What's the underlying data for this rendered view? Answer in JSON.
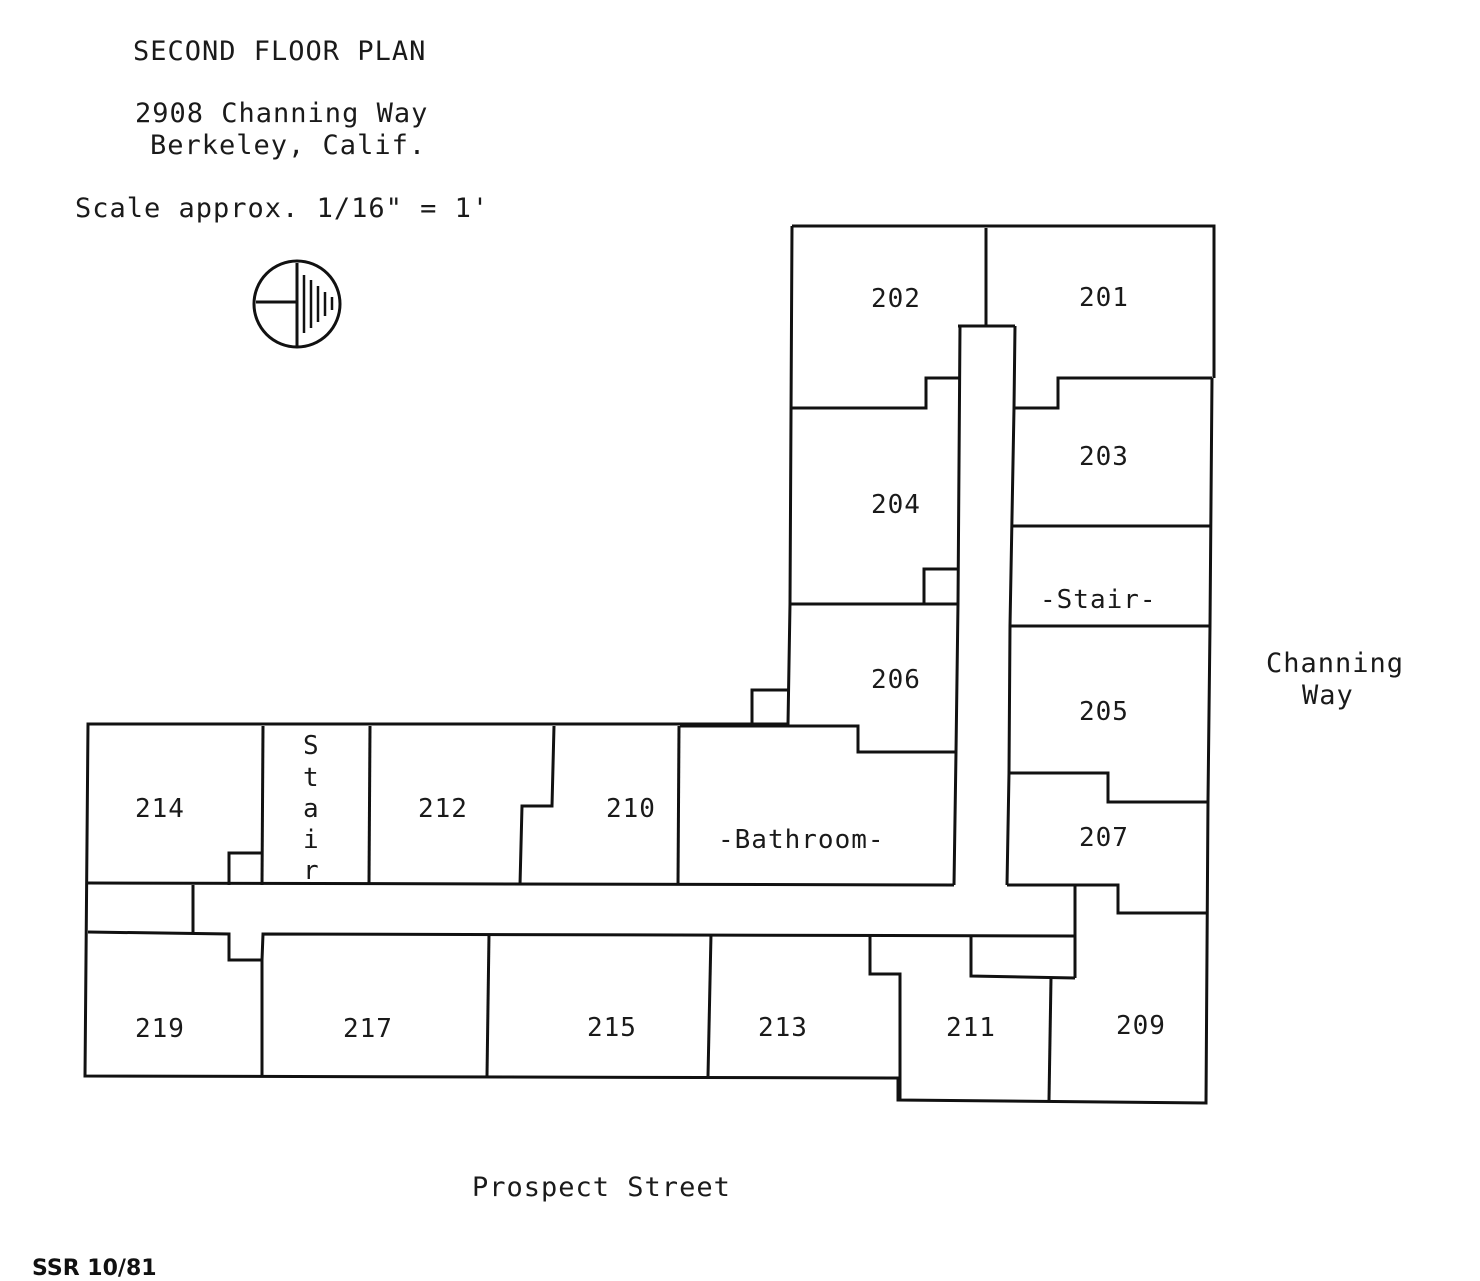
{
  "header": {
    "title": "SECOND FLOOR PLAN",
    "address_line1": "2908 Channing Way",
    "address_line2": "Berkeley, Calif.",
    "scale": "Scale approx. 1/16\" = 1'"
  },
  "compass_icon": "compass-north-arrow-icon",
  "rooms": {
    "r201": "201",
    "r202": "202",
    "r203": "203",
    "r204": "204",
    "r205": "205",
    "r206": "206",
    "r207": "207",
    "r209": "209",
    "r210": "210",
    "r211": "211",
    "r212": "212",
    "r213": "213",
    "r214": "214",
    "r215": "215",
    "r217": "217",
    "r219": "219",
    "stair_east": "-Stair-",
    "stair_west": [
      "S",
      "t",
      "a",
      "i",
      "r"
    ],
    "bathroom": "-Bathroom-"
  },
  "streets": {
    "east_line1": "Channing",
    "east_line2": "Way",
    "south": "Prospect Street"
  },
  "footer": {
    "initials": "SSR 10/81"
  }
}
